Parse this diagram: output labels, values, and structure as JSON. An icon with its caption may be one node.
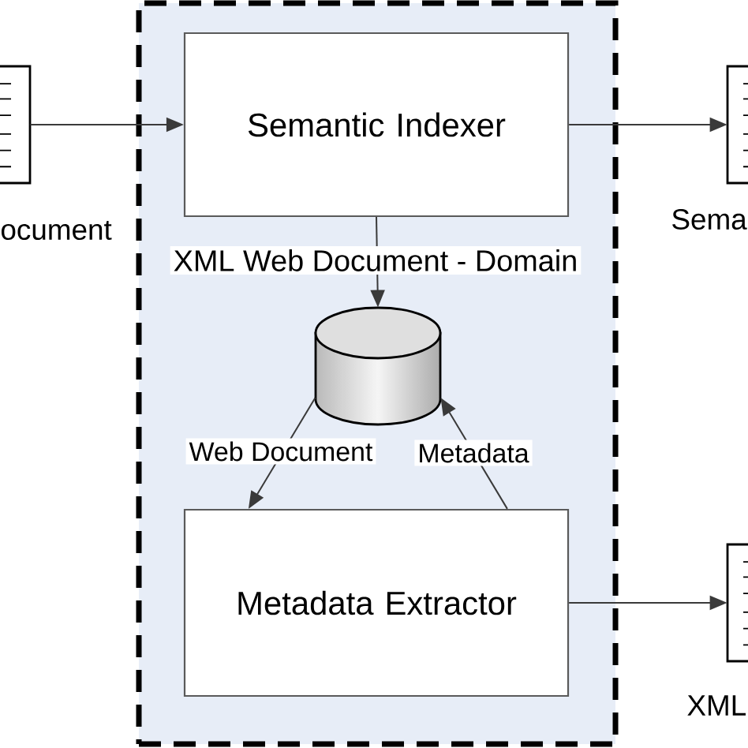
{
  "diagram": {
    "nodes": [
      {
        "text": [],
        "shape": "document",
        "beside": [
          "ocument"
        ]
      },
      {
        "text": [],
        "shape": "box"
      },
      {
        "text": [
          "Semantic Indexer"
        ],
        "in": 1
      },
      {
        "text": [],
        "shape": "document",
        "beside": [
          "Sema"
        ]
      },
      {
        "text": [],
        "shape": "cylinder",
        "in": 1
      },
      {
        "text": [
          "Metadata Extractor"
        ],
        "in": 1
      },
      {
        "text": [],
        "shape": "document",
        "beside": [
          "XML"
        ]
      }
    ],
    "edges": [
      {
        "from": 0,
        "to": 2,
        "arrow": "to"
      },
      {
        "from": 2,
        "to": 3,
        "arrow": "to"
      },
      {
        "from": 2,
        "to": 4,
        "arrow": "to",
        "label": "XML Web Document - Domain"
      },
      {
        "from": 4,
        "to": 5,
        "arrow": "to",
        "label": "Web Document"
      },
      {
        "from": 5,
        "to": 4,
        "arrow": "to",
        "label": "Metadata"
      },
      {
        "from": 5,
        "to": 6,
        "arrow": "to"
      }
    ]
  }
}
